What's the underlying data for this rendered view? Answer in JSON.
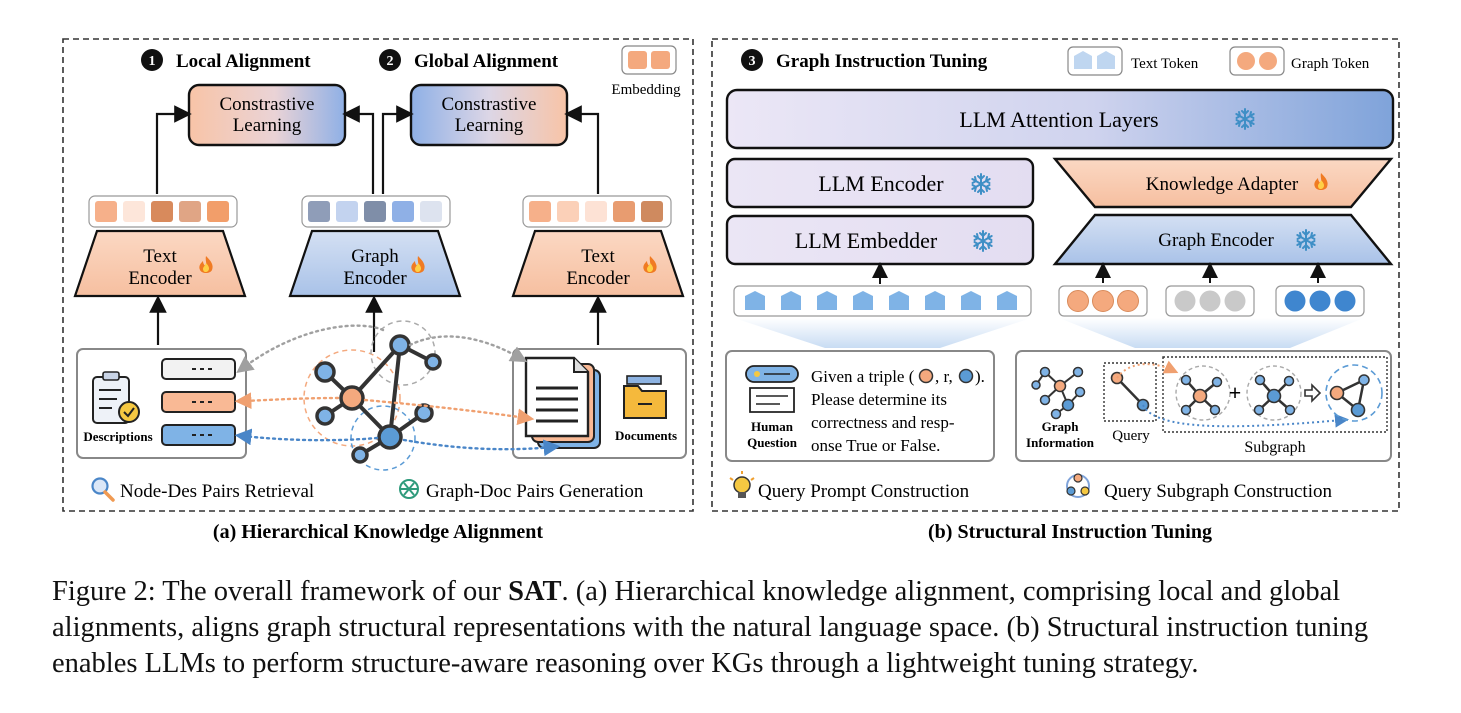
{
  "panel_a": {
    "step1_num": "1",
    "step1_title": "Local Alignment",
    "step2_num": "2",
    "step2_title": "Global Alignment",
    "embedding_legend": "Embedding",
    "cl_left_line1": "Constrastive",
    "cl_left_line2": "Learning",
    "cl_right_line1": "Constrastive",
    "cl_right_line2": "Learning",
    "text_encoder_left_line1": "Text",
    "text_encoder_left_line2": "Encoder",
    "graph_encoder_line1": "Graph",
    "graph_encoder_line2": "Encoder",
    "text_encoder_right_line1": "Text",
    "text_encoder_right_line2": "Encoder",
    "descriptions_label": "Descriptions",
    "documents_label": "Documents",
    "retrieval_label": "Node-Des Pairs Retrieval",
    "generation_label": "Graph-Doc Pairs Generation",
    "caption": "(a) Hierarchical Knowledge Alignment"
  },
  "panel_b": {
    "step3_num": "3",
    "step3_title": "Graph Instruction Tuning",
    "text_token_legend": "Text Token",
    "graph_token_legend": "Graph Token",
    "llm_attention": "LLM Attention Layers",
    "llm_encoder": "LLM Encoder",
    "llm_embedder": "LLM Embedder",
    "knowledge_adapter": "Knowledge Adapter",
    "graph_encoder": "Graph Encoder",
    "human_question_line1": "Human",
    "human_question_line2": "Question",
    "question_line1_a": "Given a triple (",
    "question_line1_b": ", r,",
    "question_line1_c": ").",
    "question_line2": "Please determine its",
    "question_line3": "correctness and resp-",
    "question_line4": "onse True or False.",
    "graph_info_line1": "Graph",
    "graph_info_line2": "Information",
    "query_label": "Query",
    "subgraph_label": "Subgraph",
    "query_prompt_label": "Query Prompt Construction",
    "query_subgraph_label": "Query Subgraph Construction",
    "caption": "(b) Structural Instruction Tuning"
  },
  "figure_caption": {
    "prefix": "Figure 2: The overall framework of our ",
    "bold": "SAT",
    "suffix": ". (a) Hierarchical knowledge alignment, comprising local and global alignments, aligns graph structural representations with the natural language space. (b) Structural instruction tuning enables LLMs to perform structure-aware reasoning over KGs through a lightweight tuning strategy."
  },
  "colors": {
    "orange": "#f6c6a8",
    "blue": "#b8cdec",
    "lavender": "#e6e1f3",
    "node_orange": "#f4a97e",
    "node_blue": "#5b9bd5",
    "node_gray": "#c9c9c9"
  }
}
